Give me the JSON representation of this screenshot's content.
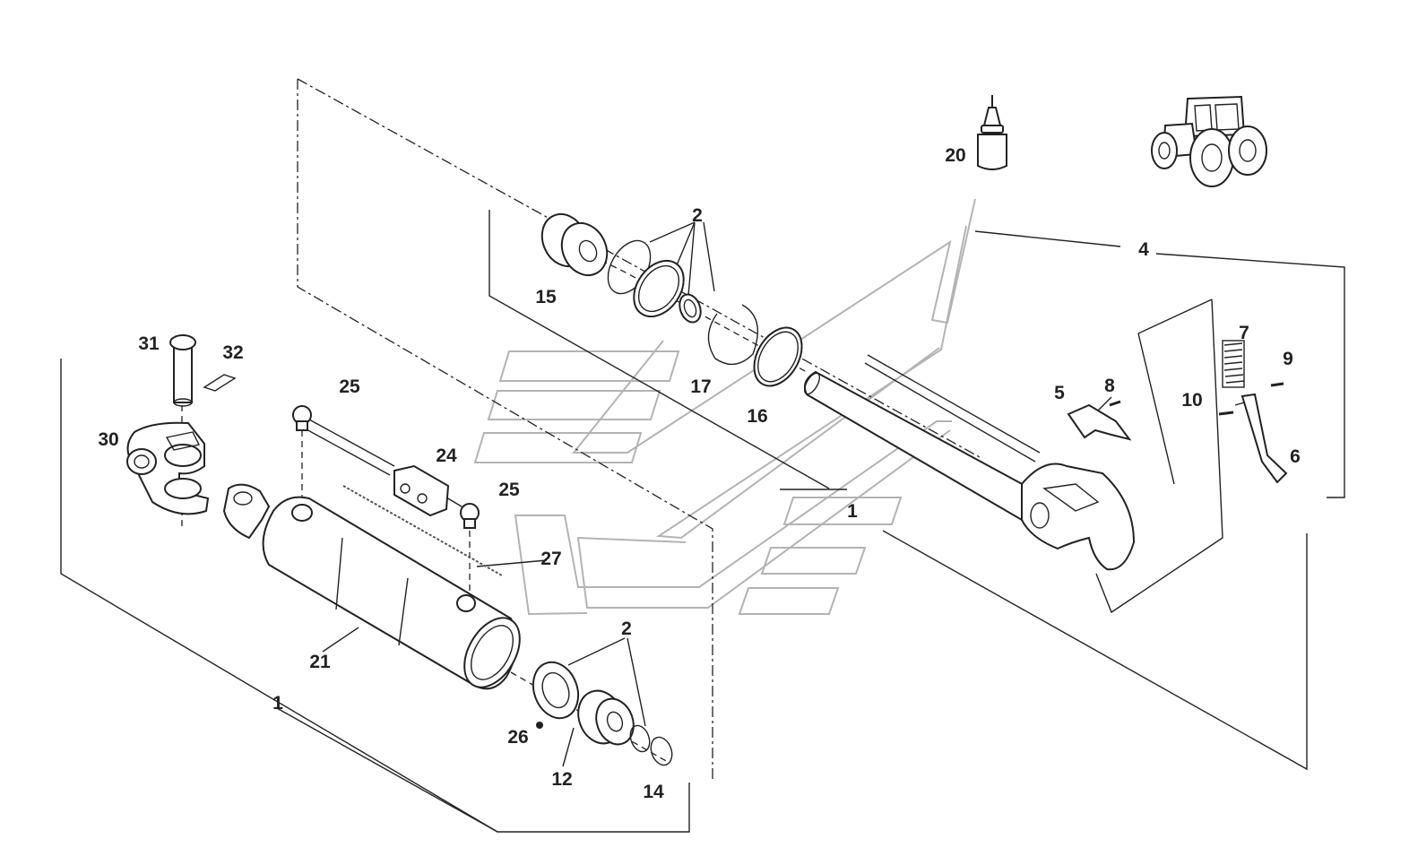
{
  "diagram": {
    "type": "exploded-parts-view",
    "callouts": [
      "1",
      "1",
      "2",
      "2",
      "4",
      "5",
      "6",
      "7",
      "8",
      "9",
      "10",
      "12",
      "14",
      "15",
      "16",
      "17",
      "20",
      "21",
      "24",
      "25",
      "25",
      "26",
      "27",
      "30",
      "31",
      "32"
    ],
    "icons": [
      "oil-bottle-icon",
      "tractor-icon"
    ]
  }
}
